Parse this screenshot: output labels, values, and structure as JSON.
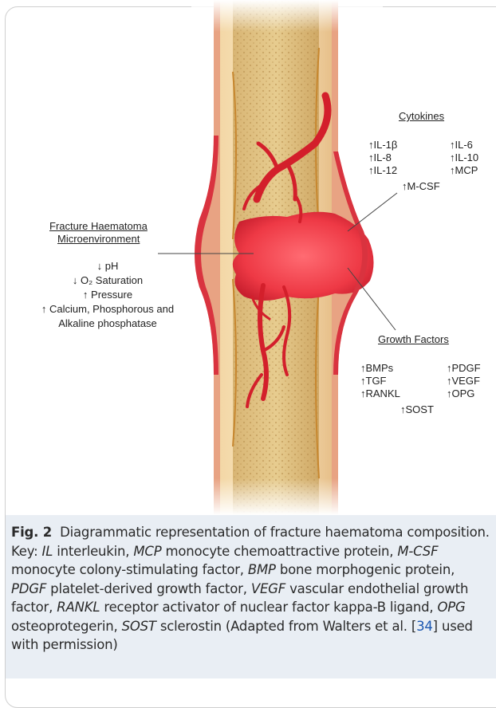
{
  "cytokines": {
    "heading": "Cytokines",
    "left": [
      "↑IL-1β",
      "↑IL-8",
      "↑IL-12"
    ],
    "right": [
      "↑IL-6",
      "↑IL-10",
      "↑MCP"
    ],
    "bottom": "↑M-CSF"
  },
  "haematoma": {
    "heading_line1": "Fracture Haematoma",
    "heading_line2": "Microenvironment",
    "items": [
      "↓ pH",
      "↓ O₂ Saturation",
      "↑ Pressure",
      "↑ Calcium, Phosphorous and",
      "Alkaline phosphatase"
    ]
  },
  "growth_factors": {
    "heading": "Growth Factors",
    "left": [
      "↑BMPs",
      "↑TGF",
      "↑RANKL"
    ],
    "right": [
      "↑PDGF",
      "↑VEGF",
      "↑OPG"
    ],
    "bottom": "↑SOST"
  },
  "caption": {
    "lead": "Fig. 2",
    "t1": "Diagrammatic representation of fracture haematoma composition. Key: ",
    "k1": "IL",
    "t2": " interleukin, ",
    "k2": "MCP",
    "t3": " monocyte chemoattractive protein, ",
    "k3": "M-CSF",
    "t4": " monocyte colony-stimulating factor, ",
    "k4": "BMP",
    "t5": " bone morphogenic protein, ",
    "k5": "PDGF",
    "t6": " platelet-derived growth factor, ",
    "k6": "VEGF",
    "t7": " vascular endothelial growth factor, ",
    "k7": "RANKL",
    "t8": " receptor activator of nuclear factor kappa-B ligand, ",
    "k8": "OPG",
    "t9": " osteoprotegerin, ",
    "k9": "SOST",
    "t10": " sclerostin (Adapted from Walters et al. [",
    "ref": "34",
    "t11": "] used with permission)"
  }
}
